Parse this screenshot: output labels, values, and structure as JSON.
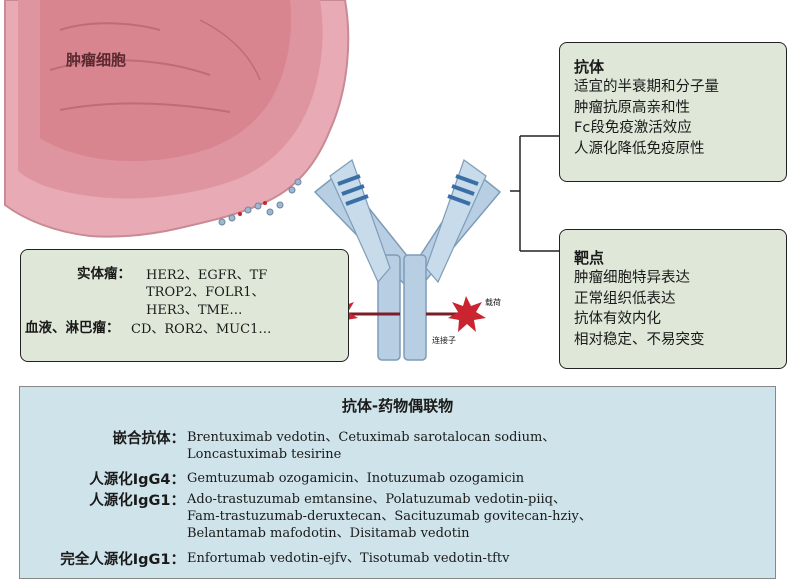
{
  "tumor_label": "肿瘤细胞",
  "antibody_box": {
    "title": "抗体",
    "lines": [
      "适宜的半衰期和分子量",
      "肿瘤抗原高亲和性",
      "Fc段免疫激活效应",
      "人源化降低免疫原性"
    ]
  },
  "target_box": {
    "title": "靶点",
    "lines": [
      "肿瘤细胞特异表达",
      "正常组织低表达",
      "抗体有效内化",
      "相对稳定、不易突变"
    ]
  },
  "targets": {
    "solid_label": "实体瘤：",
    "solid_lines": [
      "HER2、EGFR、TF",
      "TROP2、FOLR1、",
      "HER3、TME…"
    ],
    "heme_label": "血液、淋巴瘤：",
    "heme_line": "CD、ROR2、MUC1…"
  },
  "payload_label": "载荷",
  "linker_label": "连接子",
  "adc": {
    "title": "抗体-药物偶联物",
    "groups": [
      {
        "label": "嵌合抗体：",
        "lines": [
          "Brentuximab vedotin、Cetuximab sarotalocan sodium、",
          "Loncastuximab tesirine"
        ]
      },
      {
        "label": "人源化IgG4：",
        "lines": [
          "Gemtuzumab ozogamicin、Inotuzumab ozogamicin"
        ]
      },
      {
        "label": "人源化IgG1：",
        "lines": [
          "Ado-trastuzumab emtansine、Polatuzumab vedotin-piiq、",
          "Fam-trastuzumab-deruxtecan、Sacituzumab govitecan-hziy、",
          "Belantamab mafodotin、Disitamab vedotin"
        ]
      },
      {
        "label": "完全人源化IgG1：",
        "lines": [
          "Enfortumab vedotin-ejfv、Tisotumab vedotin-tftv"
        ]
      }
    ]
  },
  "colors": {
    "tumor_fill": "#e6a7b1",
    "tumor_core": "#d9848f",
    "antibody_blue": "#b8cfe3",
    "antibody_stripe": "#3a6fa5",
    "payload_red": "#c9242f",
    "green_box": "#dfe8d8",
    "adc_box": "#cfe3ea"
  }
}
